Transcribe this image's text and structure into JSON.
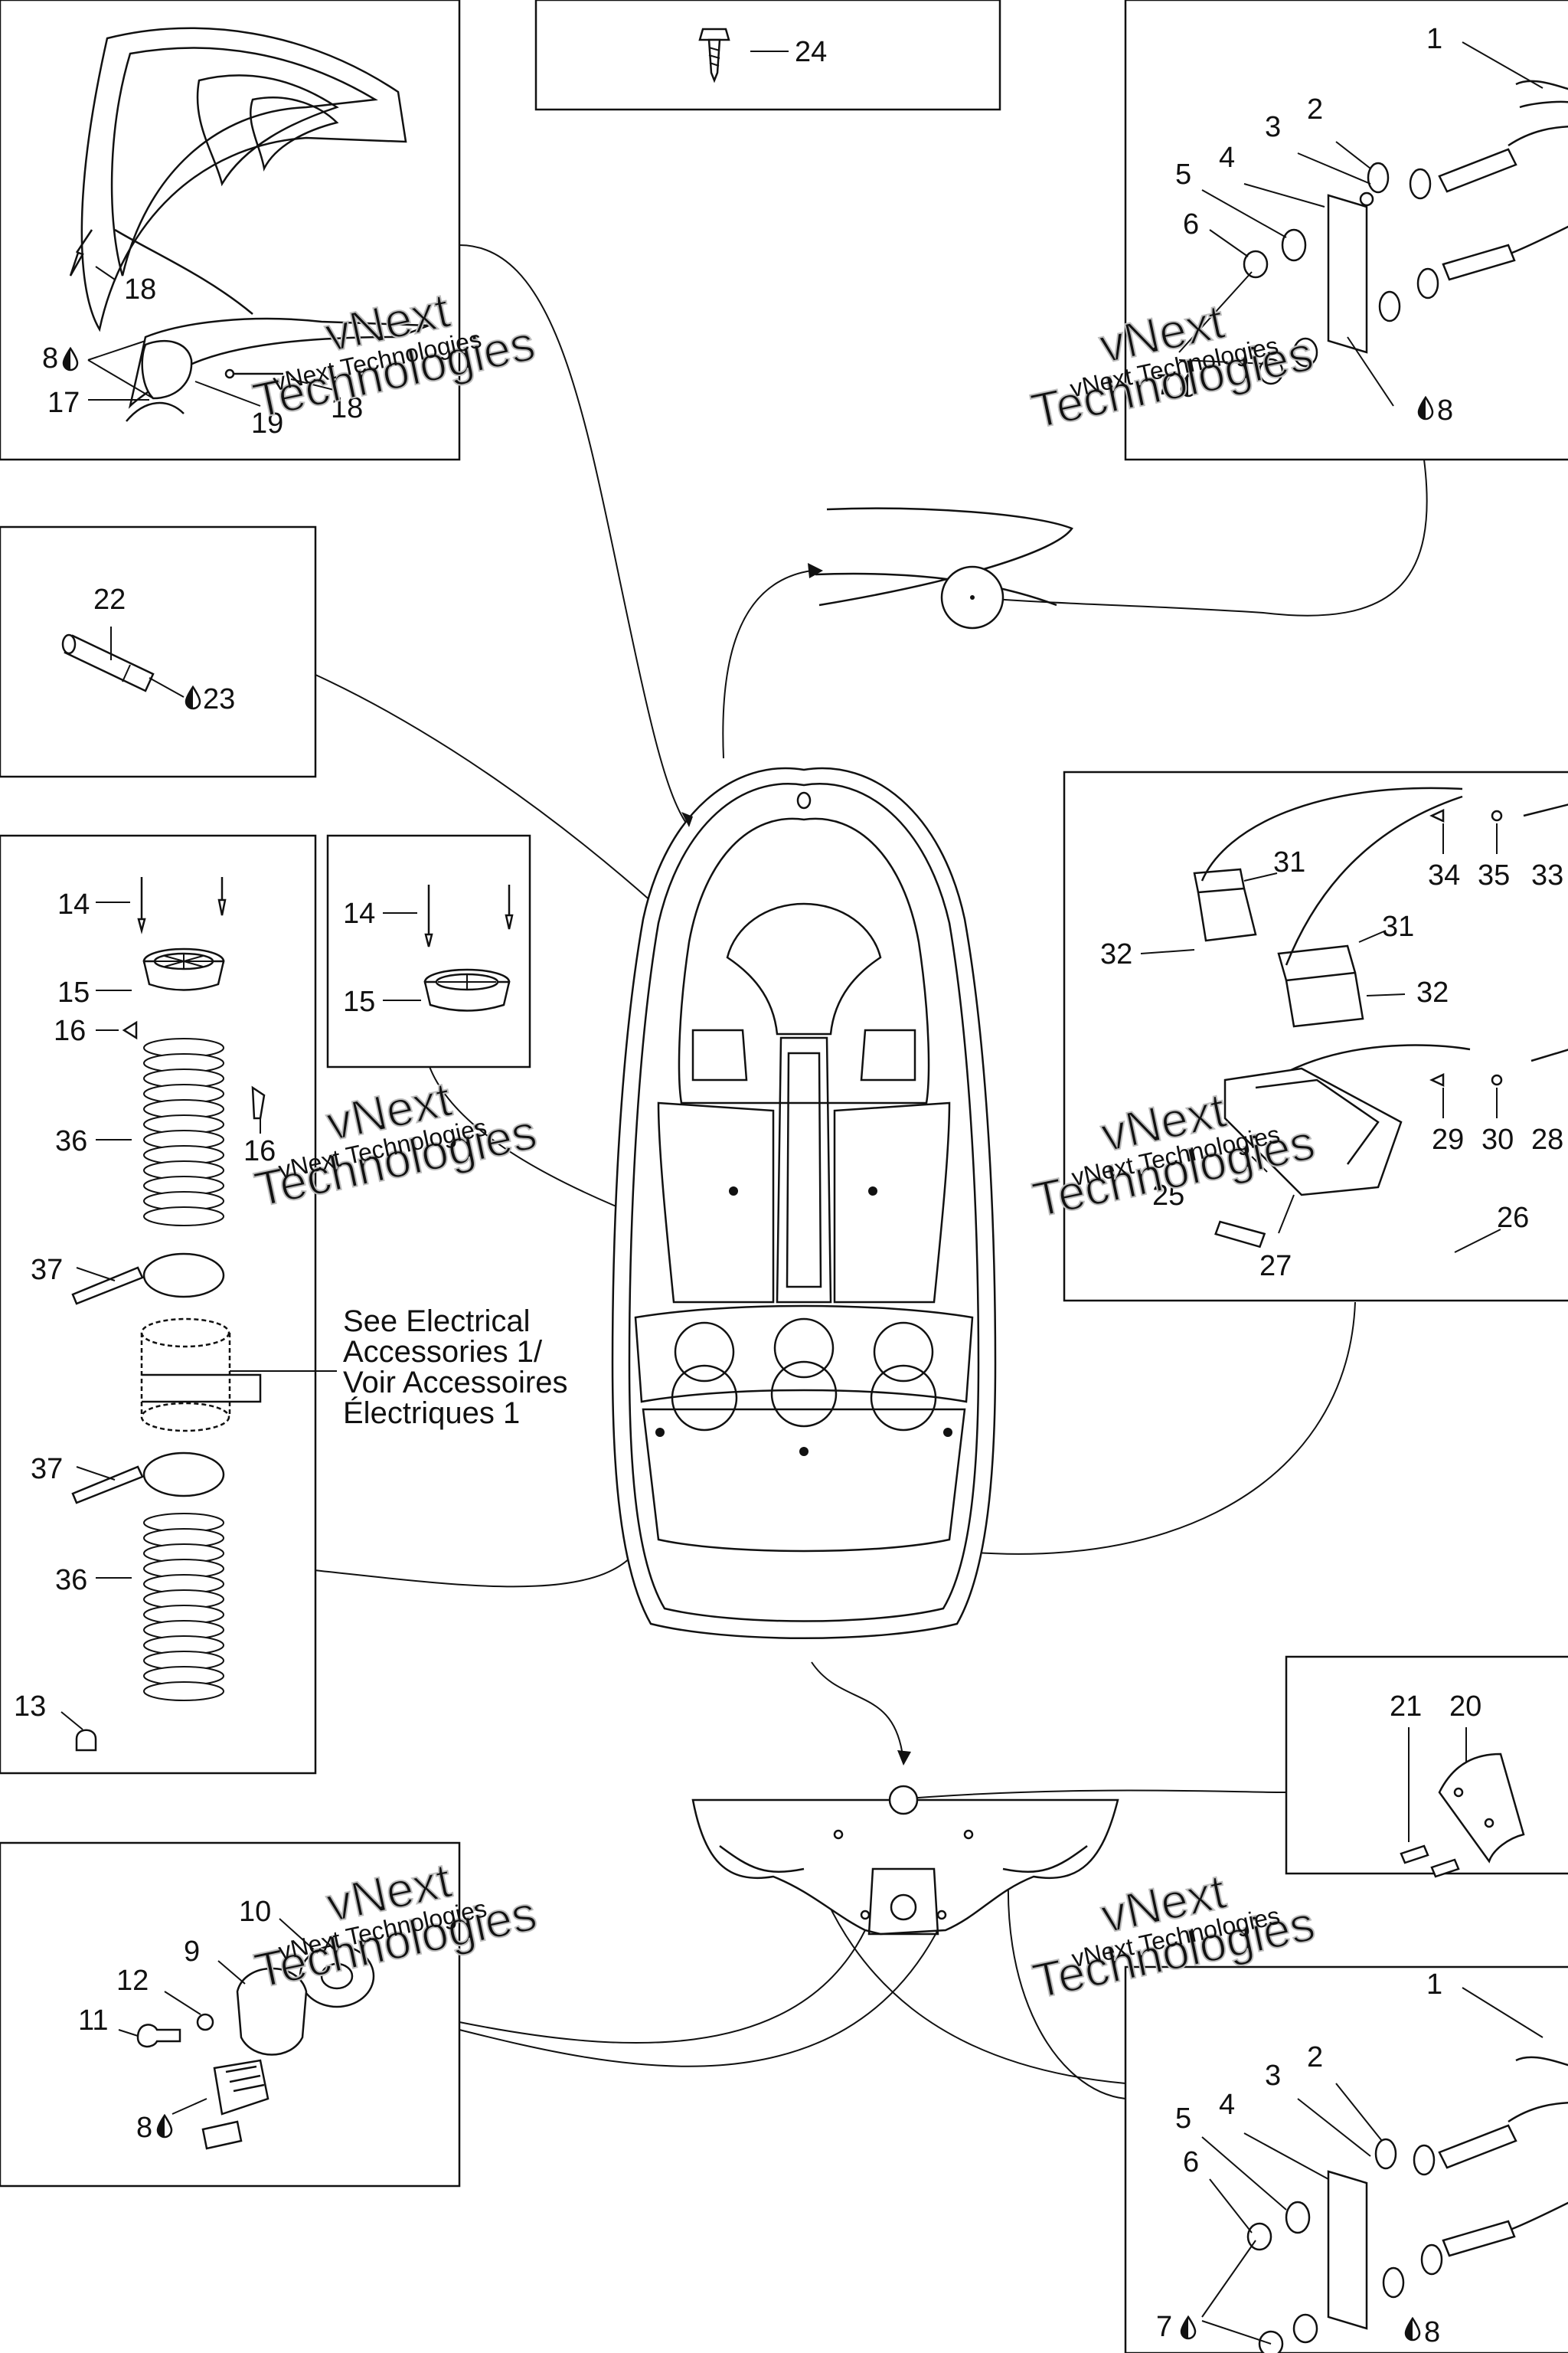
{
  "top_detail": {
    "screw_number": "24"
  },
  "callouts": {
    "front_left": [
      {
        "id": "18a",
        "text": "18"
      },
      {
        "id": "8a",
        "text": "8"
      },
      {
        "id": "17",
        "text": "17"
      },
      {
        "id": "19",
        "text": "19"
      },
      {
        "id": "18b",
        "text": "18"
      }
    ],
    "handle_top": [
      {
        "id": "1",
        "text": "1"
      },
      {
        "id": "2",
        "text": "2"
      },
      {
        "id": "3",
        "text": "3"
      },
      {
        "id": "4",
        "text": "4"
      },
      {
        "id": "5",
        "text": "5"
      },
      {
        "id": "6",
        "text": "6"
      },
      {
        "id": "7",
        "text": "7"
      },
      {
        "id": "8",
        "text": "8"
      }
    ],
    "tube": [
      {
        "id": "22",
        "text": "22"
      },
      {
        "id": "23",
        "text": "23"
      }
    ],
    "vent_left": [
      {
        "id": "14",
        "text": "14"
      },
      {
        "id": "15",
        "text": "15"
      },
      {
        "id": "16a",
        "text": "16"
      },
      {
        "id": "36a",
        "text": "36"
      },
      {
        "id": "16b",
        "text": "16"
      },
      {
        "id": "37a",
        "text": "37"
      },
      {
        "id": "37b",
        "text": "37"
      },
      {
        "id": "36b",
        "text": "36"
      },
      {
        "id": "13",
        "text": "13"
      }
    ],
    "vent_small": [
      {
        "id": "14",
        "text": "14"
      },
      {
        "id": "15",
        "text": "15"
      }
    ],
    "storage": [
      {
        "id": "31a",
        "text": "31"
      },
      {
        "id": "31b",
        "text": "31"
      },
      {
        "id": "32a",
        "text": "32"
      },
      {
        "id": "32b",
        "text": "32"
      },
      {
        "id": "34",
        "text": "34"
      },
      {
        "id": "35",
        "text": "35"
      },
      {
        "id": "33",
        "text": "33"
      },
      {
        "id": "29",
        "text": "29"
      },
      {
        "id": "30",
        "text": "30"
      },
      {
        "id": "28",
        "text": "28"
      },
      {
        "id": "25",
        "text": "25"
      },
      {
        "id": "27",
        "text": "27"
      },
      {
        "id": "26",
        "text": "26"
      }
    ],
    "rear_right": [
      {
        "id": "21",
        "text": "21"
      },
      {
        "id": "20",
        "text": "20"
      }
    ],
    "drain": [
      {
        "id": "10",
        "text": "10"
      },
      {
        "id": "9",
        "text": "9"
      },
      {
        "id": "12",
        "text": "12"
      },
      {
        "id": "11",
        "text": "11"
      },
      {
        "id": "8",
        "text": "8"
      }
    ],
    "handle_bottom": [
      {
        "id": "1",
        "text": "1"
      },
      {
        "id": "2",
        "text": "2"
      },
      {
        "id": "3",
        "text": "3"
      },
      {
        "id": "4",
        "text": "4"
      },
      {
        "id": "5",
        "text": "5"
      },
      {
        "id": "6",
        "text": "6"
      },
      {
        "id": "7",
        "text": "7"
      },
      {
        "id": "8",
        "text": "8"
      }
    ]
  },
  "note": {
    "line1": "See Electrical",
    "line2": "Accessories 1/",
    "line3": "Voir Accessoires",
    "line4": "Électriques 1"
  },
  "watermark": {
    "small": "vNext Technologies",
    "large1": "vNext",
    "large2": "Technologies"
  },
  "icons": {
    "droplet": "droplet-icon"
  }
}
